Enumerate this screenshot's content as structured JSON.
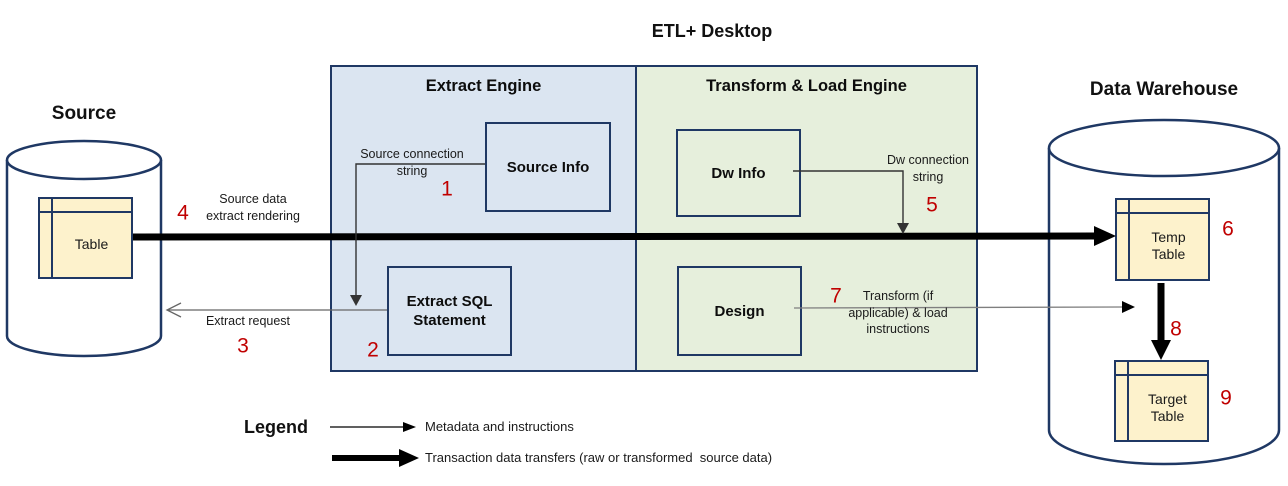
{
  "title": "ETL+ Desktop",
  "source": {
    "title": "Source",
    "table_label": "Table"
  },
  "etl": {
    "extract_engine": {
      "title": "Extract Engine",
      "source_info_label": "Source Info",
      "extract_sql_label": "Extract SQL Statement"
    },
    "transform_load_engine": {
      "title": "Transform & Load Engine",
      "dw_info_label": "Dw Info",
      "design_label": "Design"
    }
  },
  "data_warehouse": {
    "title": "Data Warehouse",
    "temp_table_label": "Temp Table",
    "target_table_label": "Target Table"
  },
  "connectors": {
    "source_connection": {
      "step": "1",
      "label": "Source connection string"
    },
    "extract_sql": {
      "step": "2"
    },
    "extract_request": {
      "step": "3",
      "label": "Extract request"
    },
    "source_data": {
      "step": "4",
      "label": "Source data extract rendering"
    },
    "dw_connection": {
      "step": "5",
      "label": "Dw connection string"
    },
    "temp_table": {
      "step": "6"
    },
    "transform_load": {
      "step": "7",
      "label": "Transform (if applicable) & load instructions"
    },
    "temp_to_target": {
      "step": "8"
    },
    "target_table": {
      "step": "9"
    }
  },
  "legend": {
    "title": "Legend",
    "metadata_label": "Metadata and instructions",
    "transaction_label": "Transaction data transfers (raw or transformed  source data)"
  },
  "colors": {
    "border_navy": "#1f3864",
    "extract_panel_fill": "#dbe5f1",
    "transform_panel_fill": "#e6efdc",
    "table_fill": "#fdf2cc",
    "step_number_red": "#c00000",
    "thin_arrow": "#595959",
    "thick_arrow": "#000000"
  }
}
